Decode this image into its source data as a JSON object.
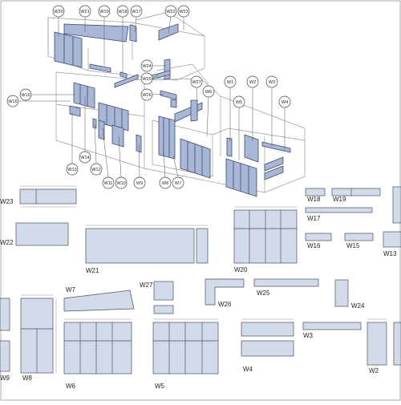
{
  "callouts": [
    "W20",
    "W21",
    "W19",
    "W18",
    "W17",
    "W22",
    "W23",
    "W24",
    "W25",
    "W26",
    "W27",
    "W16",
    "W15",
    "W14",
    "W13",
    "W12",
    "W11",
    "W10",
    "W9",
    "W8",
    "W7",
    "W6",
    "W1",
    "W2",
    "W3",
    "W4",
    "W5"
  ],
  "schedule": [
    "W23",
    "W22",
    "W21",
    "W20",
    "W18",
    "W19",
    "W17",
    "W16",
    "W15",
    "W13",
    "W7",
    "W27",
    "W26",
    "W25",
    "W24",
    "W3",
    "W9",
    "W8",
    "W6",
    "W5",
    "W4",
    "W2"
  ],
  "colors": {
    "glass": "#c9d3e6",
    "glass_dark": "#7f93bf",
    "line": "#3a3a3a",
    "frame": "#555a66"
  }
}
